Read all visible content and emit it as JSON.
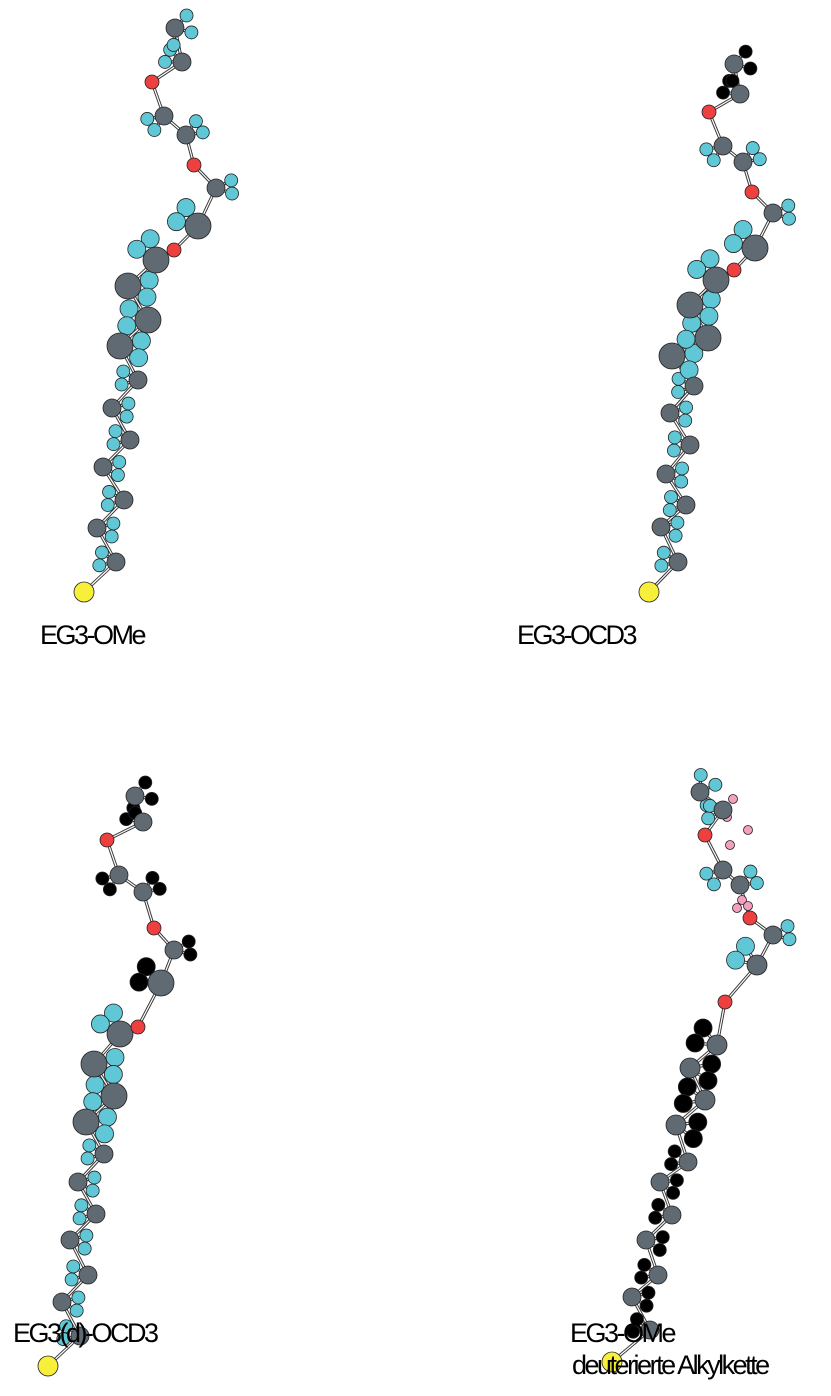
{
  "figure": {
    "colors": {
      "carbon": "#5f6a72",
      "oxygen": "#ef4040",
      "sulfur": "#f7ef3a",
      "hydrogen": "#5fc7d6",
      "deuterium": "#000000",
      "hydrogen_alt": "#f49fc0"
    },
    "panels": [
      {
        "label": "EG3-OMe"
      },
      {
        "label": "EG3-OCD3"
      },
      {
        "label": "EG3(d)-OCD3"
      },
      {
        "label": "EG3-OMe",
        "label2": "deuterierte Alkylkette"
      }
    ]
  }
}
